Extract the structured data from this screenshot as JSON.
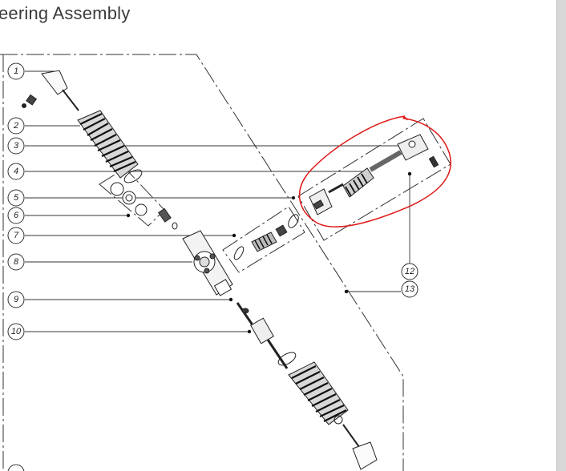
{
  "page": {
    "title": "eering Assembly"
  },
  "diagram": {
    "callouts": [
      {
        "label": "1"
      },
      {
        "label": "2"
      },
      {
        "label": "3"
      },
      {
        "label": "4"
      },
      {
        "label": "5"
      },
      {
        "label": "6"
      },
      {
        "label": "7"
      },
      {
        "label": "8"
      },
      {
        "label": "9"
      },
      {
        "label": "10"
      },
      {
        "label": "12"
      },
      {
        "label": "13"
      },
      {
        "label": ""
      }
    ],
    "highlight_color": "#e01818",
    "line_color": "#333333"
  }
}
